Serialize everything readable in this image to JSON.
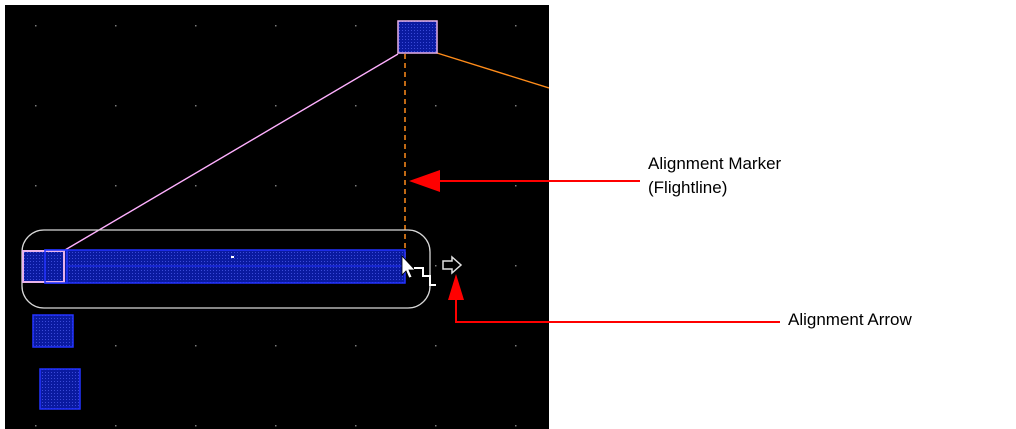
{
  "annotations": {
    "alignment_marker_line1": "Alignment Marker",
    "alignment_marker_line2": "(Flightline)",
    "alignment_arrow": "Alignment Arrow"
  },
  "colors": {
    "canvas_background": "#000000",
    "grid_dot": "#7a7a7a",
    "instance_fill": "#0a1aa0",
    "instance_stroke": "#2233ff",
    "selected_stroke": "#e9b3ea",
    "flightline": "#ff8c1a",
    "connection_line": "#ffb0ff",
    "selection_halo": "#d8d8d8",
    "callout_arrow": "#ff0000"
  },
  "icons": [
    "pointer-cursor-icon",
    "step-cursor-icon",
    "alignment-arrow-icon"
  ]
}
